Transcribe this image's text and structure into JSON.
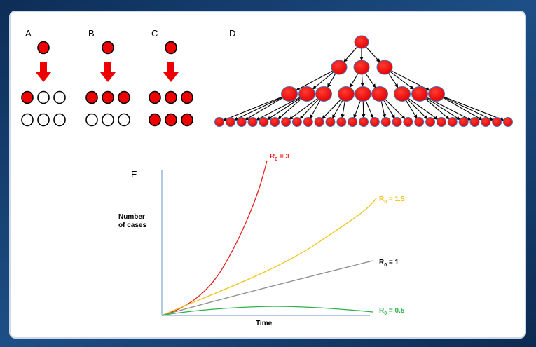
{
  "panels": {
    "a": {
      "label": "A",
      "infected_bottom": 1
    },
    "b": {
      "label": "B",
      "infected_bottom": 3
    },
    "c": {
      "label": "C",
      "infected_bottom": 6
    },
    "d": {
      "label": "D"
    },
    "e": {
      "label": "E"
    }
  },
  "colors": {
    "infected": "#ee0000",
    "arrow": "#ee0000",
    "tree_node_stroke": "#4a6fb5",
    "axis": "#9ab8dd",
    "r3": "#e8231f",
    "r15": "#f0c419",
    "r1": "#8c8c8c",
    "r05": "#2db34a"
  },
  "chart_data": {
    "type": "line",
    "xlabel": "Time",
    "ylabel_lines": [
      "Number",
      "of cases"
    ],
    "series": [
      {
        "name": "R0 = 3",
        "sub": "0",
        "value": "3",
        "color": "#e8231f"
      },
      {
        "name": "R0 = 1.5",
        "sub": "0",
        "value": "1.5",
        "color": "#f0c419"
      },
      {
        "name": "R0 = 1",
        "sub": "0",
        "value": "1",
        "color": "#8c8c8c"
      },
      {
        "name": "R0 = 0.5",
        "sub": "0",
        "value": "0.5",
        "color": "#2db34a"
      }
    ]
  }
}
